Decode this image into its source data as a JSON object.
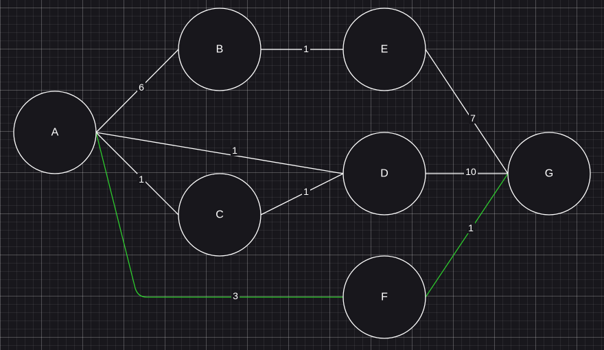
{
  "colors": {
    "background": "#18171c",
    "edge_default": "#ffffff",
    "edge_highlight": "#2ecc2e",
    "node_fill": "#18171c",
    "node_stroke": "#ffffff",
    "text": "#ffffff"
  },
  "nodes": [
    {
      "id": "A",
      "label": "A"
    },
    {
      "id": "B",
      "label": "B"
    },
    {
      "id": "C",
      "label": "C"
    },
    {
      "id": "D",
      "label": "D"
    },
    {
      "id": "E",
      "label": "E"
    },
    {
      "id": "F",
      "label": "F"
    },
    {
      "id": "G",
      "label": "G"
    }
  ],
  "edges": [
    {
      "from": "A",
      "to": "B",
      "weight": "6",
      "highlight": false
    },
    {
      "from": "A",
      "to": "D",
      "weight": "1",
      "highlight": false
    },
    {
      "from": "A",
      "to": "C",
      "weight": "1",
      "highlight": false
    },
    {
      "from": "A",
      "to": "F",
      "weight": "3",
      "highlight": true
    },
    {
      "from": "B",
      "to": "E",
      "weight": "1",
      "highlight": false
    },
    {
      "from": "C",
      "to": "D",
      "weight": "1",
      "highlight": false
    },
    {
      "from": "E",
      "to": "G",
      "weight": "7",
      "highlight": false
    },
    {
      "from": "D",
      "to": "G",
      "weight": "10",
      "highlight": false
    },
    {
      "from": "F",
      "to": "G",
      "weight": "1",
      "highlight": true
    }
  ]
}
